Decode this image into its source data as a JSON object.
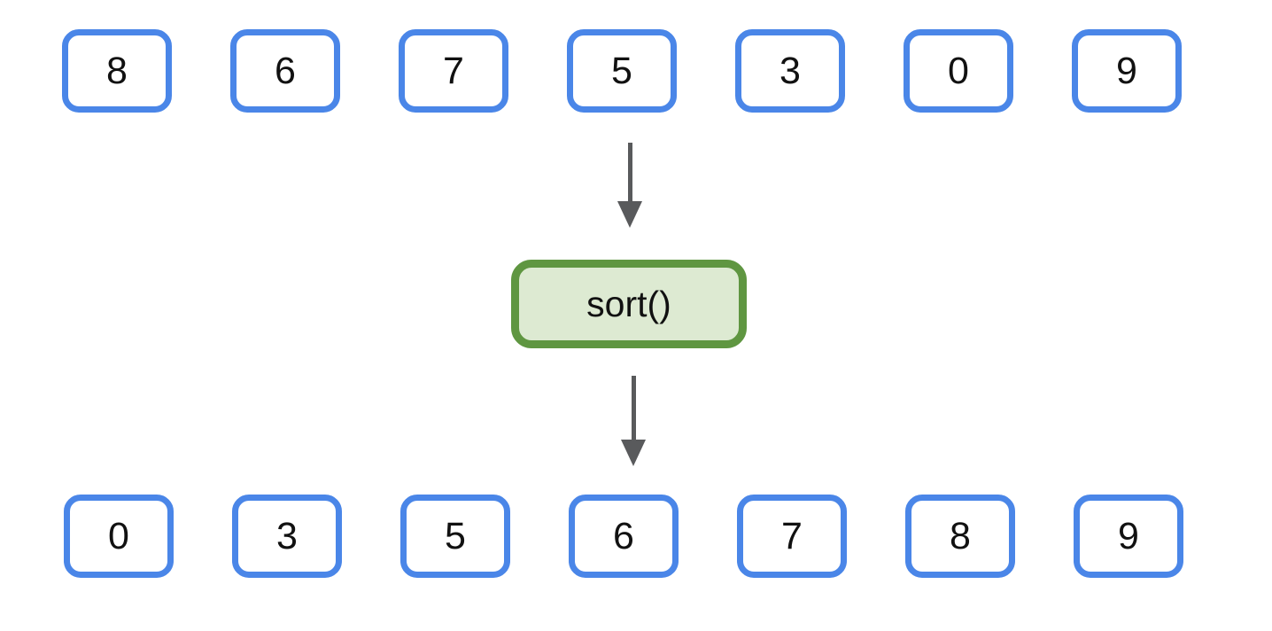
{
  "top_row": [
    "8",
    "6",
    "7",
    "5",
    "3",
    "0",
    "9"
  ],
  "bottom_row": [
    "0",
    "3",
    "5",
    "6",
    "7",
    "8",
    "9"
  ],
  "operation": {
    "label": "sort()"
  },
  "colors": {
    "background": "#ffffff",
    "box-border": "#4a86e8",
    "box-text": "#111111",
    "op-border": "#5f9641",
    "op-fill": "#ddead2",
    "arrow": "#595a5c"
  }
}
